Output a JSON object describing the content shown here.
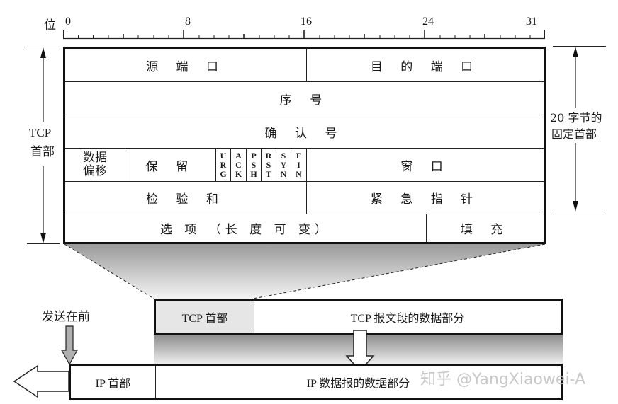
{
  "ruler": {
    "label": "位",
    "ticks": [
      "0",
      "8",
      "16",
      "24",
      "31"
    ],
    "total_bits": 32
  },
  "header_table": {
    "rows": [
      [
        {
          "label": "源端口",
          "bits": [
            0,
            16
          ]
        },
        {
          "label": "目的端口",
          "bits": [
            16,
            32
          ]
        }
      ],
      [
        {
          "label": "序号",
          "bits": [
            0,
            32
          ]
        }
      ],
      [
        {
          "label": "确认号",
          "bits": [
            0,
            32
          ]
        }
      ],
      [
        {
          "label": "数据偏移",
          "bits": [
            0,
            4
          ]
        },
        {
          "label": "保留",
          "bits": [
            4,
            10
          ]
        },
        {
          "label": "URG",
          "bits": [
            10,
            11
          ]
        },
        {
          "label": "ACK",
          "bits": [
            11,
            12
          ]
        },
        {
          "label": "PSH",
          "bits": [
            12,
            13
          ]
        },
        {
          "label": "RST",
          "bits": [
            13,
            14
          ]
        },
        {
          "label": "SYN",
          "bits": [
            14,
            15
          ]
        },
        {
          "label": "FIN",
          "bits": [
            15,
            16
          ]
        },
        {
          "label": "窗口",
          "bits": [
            16,
            32
          ]
        }
      ],
      [
        {
          "label": "检验和",
          "bits": [
            0,
            16
          ]
        },
        {
          "label": "紧急指针",
          "bits": [
            16,
            32
          ]
        }
      ],
      [
        {
          "label": "选项（长度可变）",
          "bits": [
            0,
            24
          ]
        },
        {
          "label": "填充",
          "bits": [
            24,
            32
          ]
        }
      ]
    ],
    "cells": {
      "src_port": "源 端 口",
      "dst_port": "目 的 端 口",
      "seq": "序 号",
      "ack": "确 认 号",
      "offset_line1": "数据",
      "offset_line2": "偏移",
      "reserved": "保 留",
      "window": "窗 口",
      "checksum": "检 验 和",
      "urgent": "紧 急 指 针",
      "options": "选 项 （长 度 可 变）",
      "padding": "填 充"
    },
    "flags": [
      {
        "name": "URG",
        "letters": [
          "U",
          "R",
          "G"
        ]
      },
      {
        "name": "ACK",
        "letters": [
          "A",
          "C",
          "K"
        ]
      },
      {
        "name": "PSH",
        "letters": [
          "P",
          "S",
          "H"
        ]
      },
      {
        "name": "RST",
        "letters": [
          "R",
          "S",
          "T"
        ]
      },
      {
        "name": "SYN",
        "letters": [
          "S",
          "Y",
          "N"
        ]
      },
      {
        "name": "FIN",
        "letters": [
          "F",
          "I",
          "N"
        ]
      }
    ]
  },
  "annotations": {
    "tcp_header_line1": "TCP",
    "tcp_header_line2": "首部",
    "fixed_line1": "20 字节的",
    "fixed_line2": "固定首部",
    "send_first": "发送在前"
  },
  "tcp_segment": {
    "header": "TCP 首部",
    "data": "TCP 报文段的数据部分"
  },
  "ip_datagram": {
    "header": "IP 首部",
    "data": "IP 数据报的数据部分"
  },
  "watermark": "知乎 @YangXiaowei-A",
  "colors": {
    "line": "#1a1a1a",
    "tcp_header_fill": "#e6e6e6",
    "gradient_dark": "#8c8c8c",
    "gradient_light": "#f2f2f2",
    "arrow_fill": "#b0b0b0"
  }
}
